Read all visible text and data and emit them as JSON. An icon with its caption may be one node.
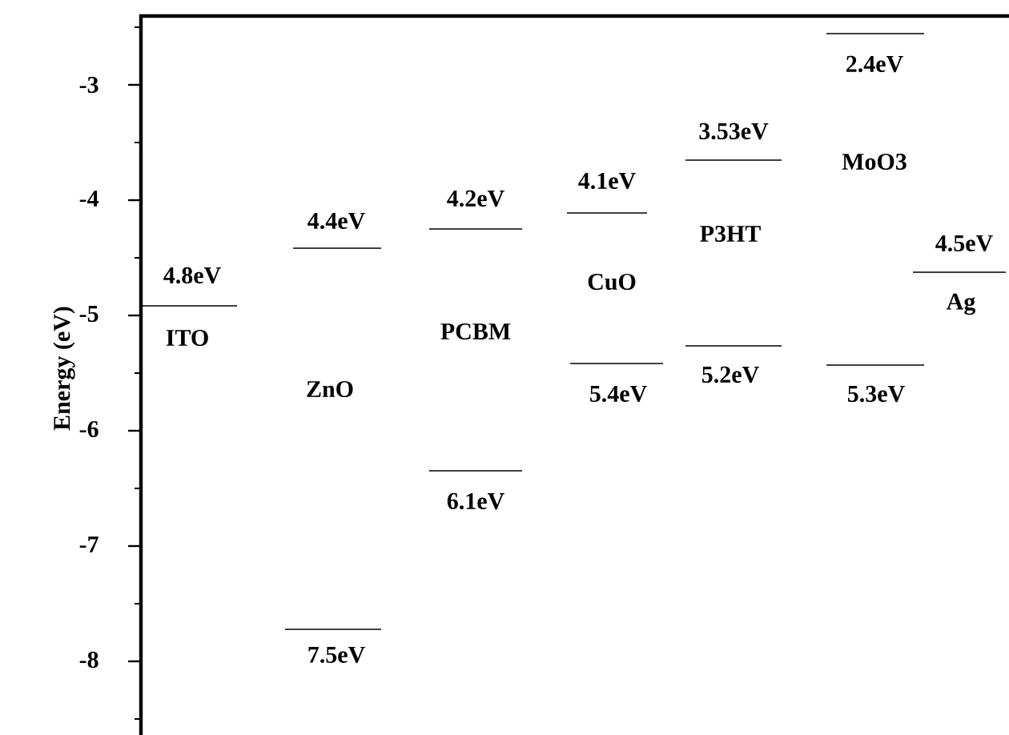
{
  "diagram": {
    "labels": [
      "-3",
      "-4",
      "-5",
      "-6",
      "-7",
      "-8",
      "Energy (eV)",
      "4.8eV",
      "ITO",
      "4.4eV",
      "ZnO",
      "7.5eV",
      "4.2eV",
      "PCBM",
      "6.1eV",
      "4.1eV",
      "CuO",
      "5.4eV",
      "3.53eV",
      "P3HT",
      "5.2eV",
      "2.4eV",
      "MoO3",
      "5.3eV",
      "4.5eV",
      "Ag"
    ]
  }
}
